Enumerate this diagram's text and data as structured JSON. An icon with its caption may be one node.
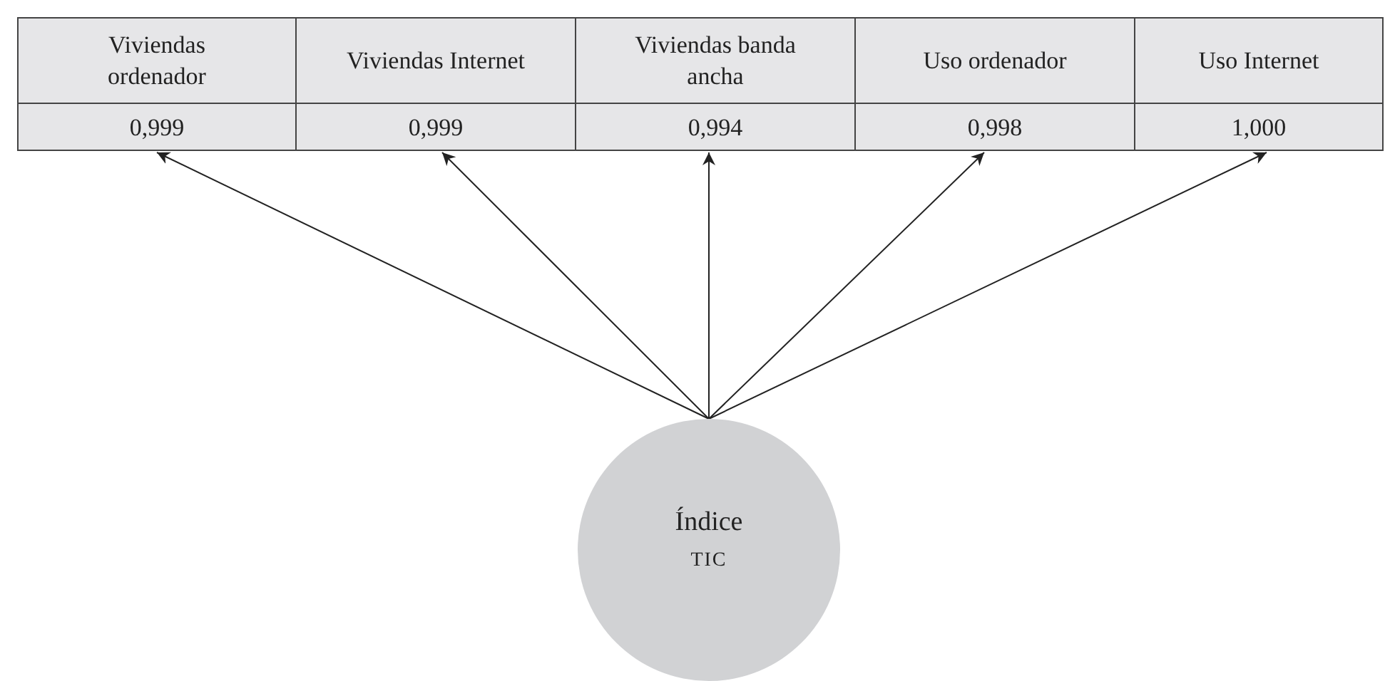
{
  "diagram": {
    "nodes": [
      {
        "text": [
          "Viviendas ordenador",
          "0,999"
        ]
      },
      {
        "text": [
          "Viviendas Internet",
          "0,999"
        ]
      },
      {
        "text": [
          "Viviendas banda ancha",
          "0,994"
        ]
      },
      {
        "text": [
          "Uso ordenador",
          "0,998"
        ]
      },
      {
        "text": [
          "Uso Internet",
          "1,000"
        ]
      },
      {
        "text": [
          "Índice",
          "TIC"
        ]
      }
    ],
    "edges": [
      {
        "from": 5,
        "to": 0,
        "arrow": "to"
      },
      {
        "from": 5,
        "to": 1,
        "arrow": "to"
      },
      {
        "from": 5,
        "to": 2,
        "arrow": "to"
      },
      {
        "from": 5,
        "to": 3,
        "arrow": "to"
      },
      {
        "from": 5,
        "to": 4,
        "arrow": "to"
      }
    ]
  }
}
